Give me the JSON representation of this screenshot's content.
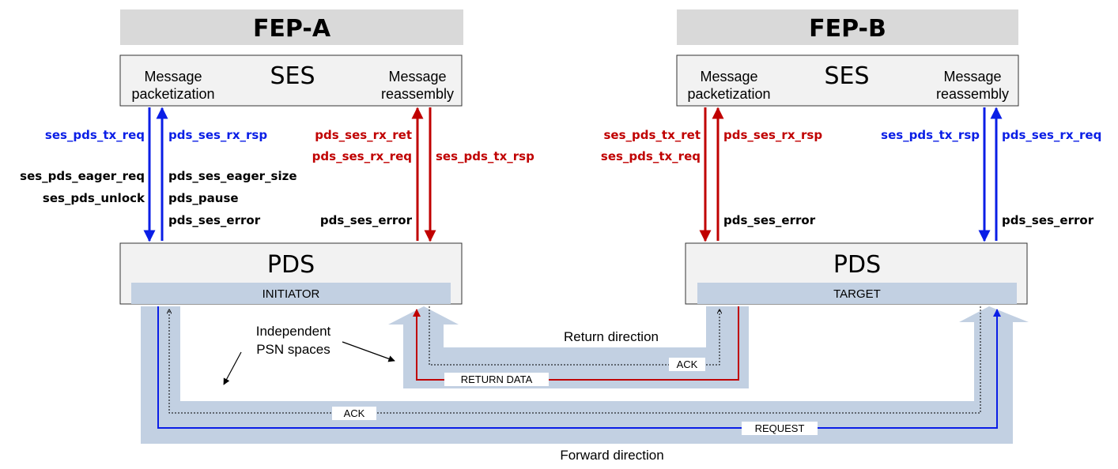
{
  "fep_a": {
    "title": "FEP-A",
    "ses": {
      "name": "SES",
      "left_label": [
        "Message",
        "packetization"
      ],
      "right_label": [
        "Message",
        "reassembly"
      ]
    },
    "pds": {
      "name": "PDS",
      "role": "INITIATOR"
    },
    "signals_left": [
      "ses_pds_tx_req",
      "ses_pds_eager_req",
      "ses_pds_unlock"
    ],
    "signals_mid": [
      "pds_ses_rx_rsp",
      "pds_ses_eager_size",
      "pds_pause",
      "pds_ses_error"
    ],
    "signals_red_left": [
      "pds_ses_rx_ret",
      "pds_ses_rx_req"
    ],
    "signal_error_red": "pds_ses_error",
    "signal_red_right": "ses_pds_tx_rsp"
  },
  "fep_b": {
    "title": "FEP-B",
    "ses": {
      "name": "SES",
      "left_label": [
        "Message",
        "packetization"
      ],
      "right_label": [
        "Message",
        "reassembly"
      ]
    },
    "pds": {
      "name": "PDS",
      "role": "TARGET"
    },
    "signals_red_left": [
      "ses_pds_tx_ret",
      "ses_pds_tx_req"
    ],
    "signal_red_right": "pds_ses_rx_rsp",
    "signal_error_red": "pds_ses_error",
    "signal_blue_left": "ses_pds_tx_rsp",
    "signal_blue_right": "pds_ses_rx_req",
    "signal_error_blue": "pds_ses_error"
  },
  "network": {
    "independent_label": [
      "Independent",
      "PSN spaces"
    ],
    "return_direction": "Return direction",
    "forward_direction": "Forward direction",
    "ack_return": "ACK",
    "return_data": "RETURN DATA",
    "ack_forward": "ACK",
    "request": "REQUEST"
  },
  "colors": {
    "blue": "#0a1ee6",
    "red": "#c00000",
    "band": "#c2d0e2",
    "box_fill": "#f2f2f2",
    "header_fill": "#d9d9d9"
  }
}
